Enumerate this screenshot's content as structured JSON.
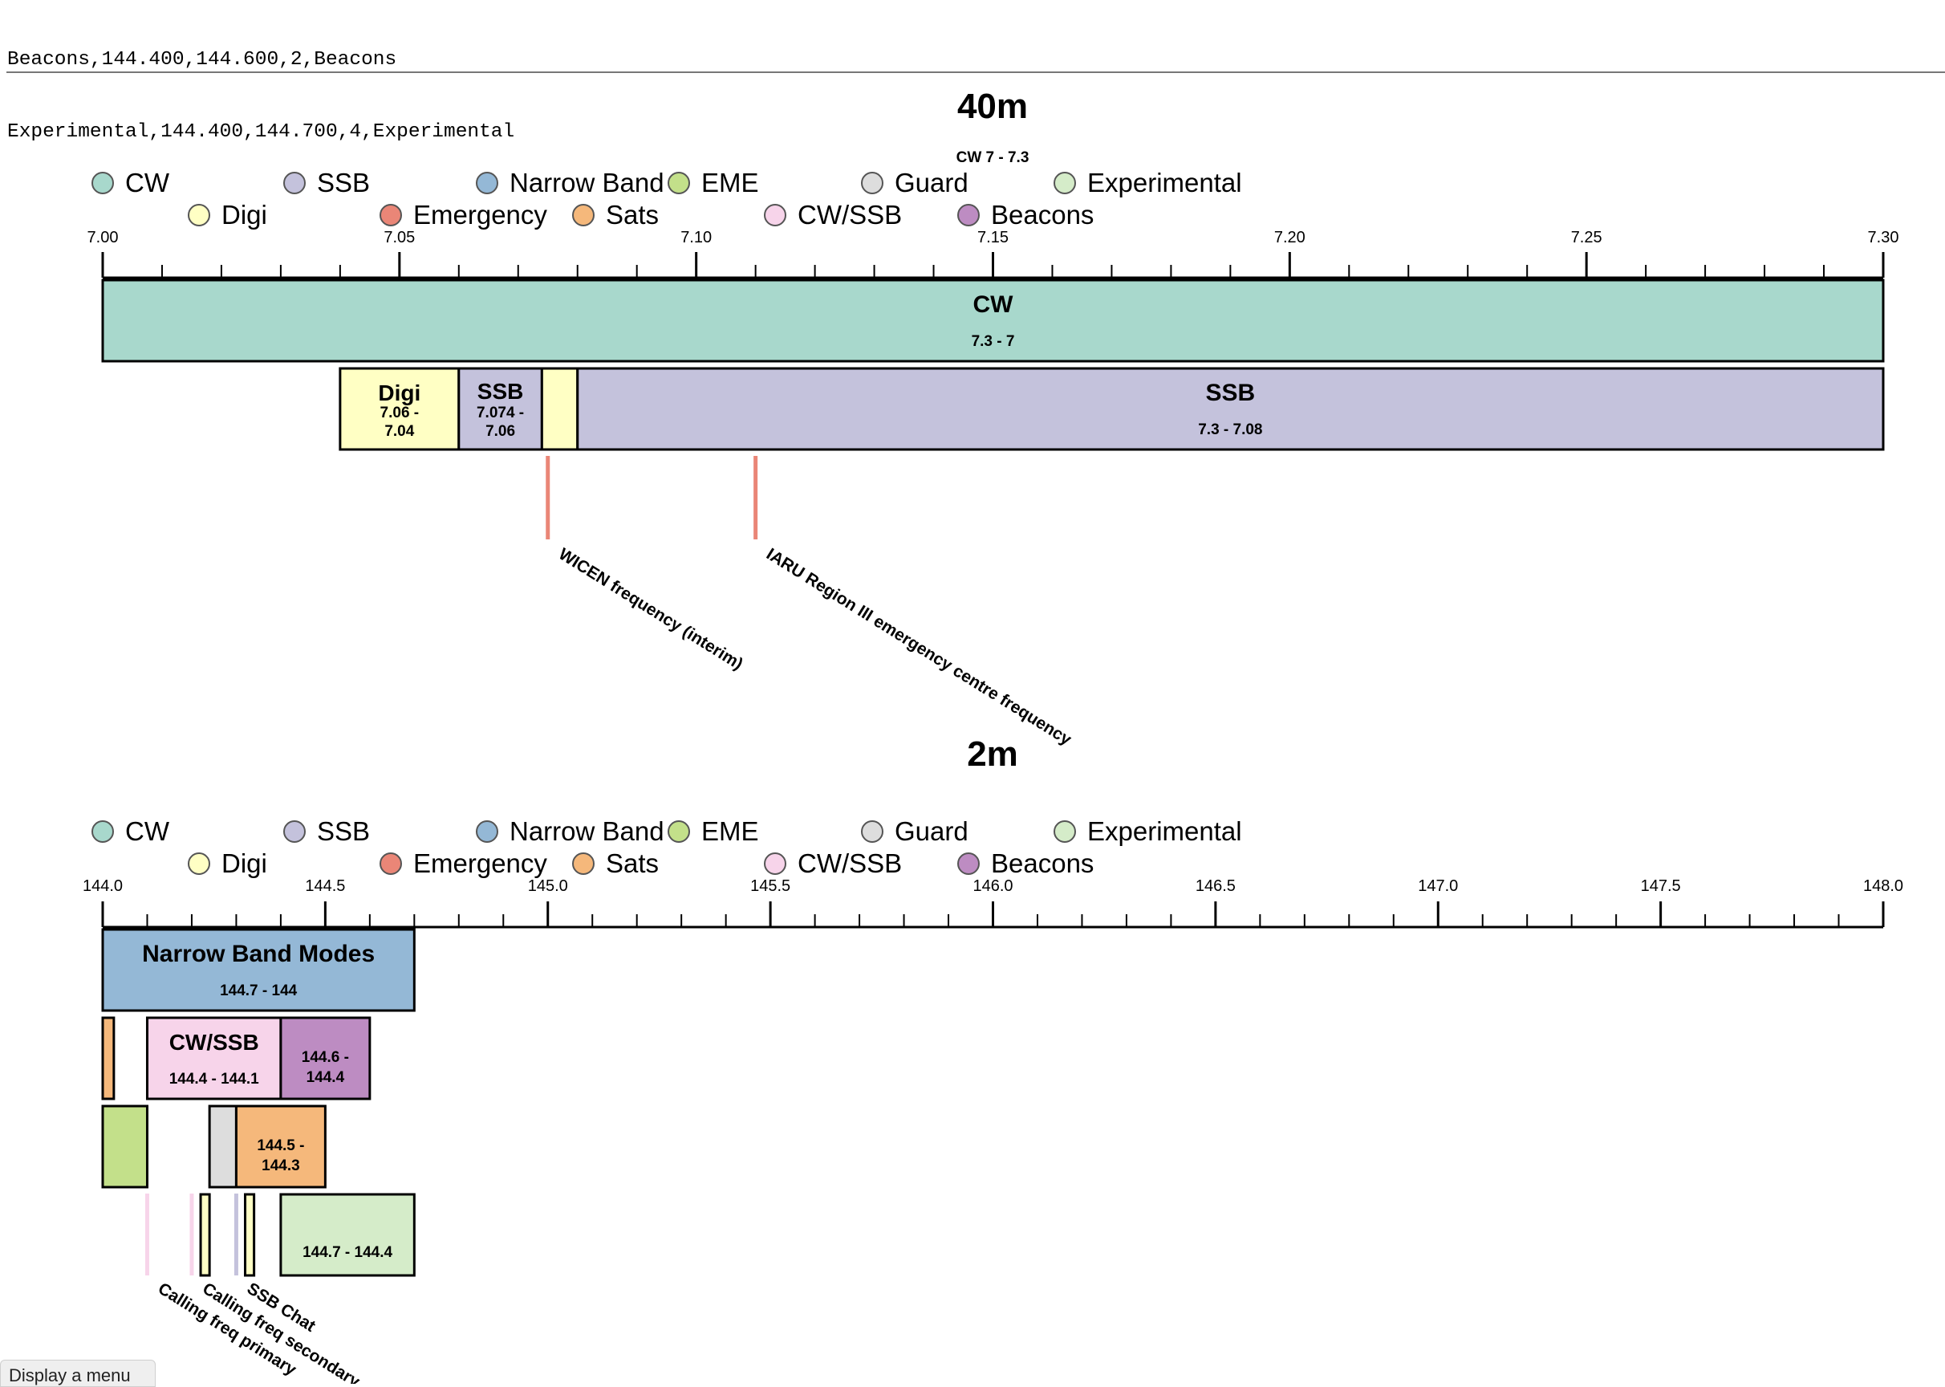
{
  "csv_lines": [
    "Beacons,144.400,144.600,2,Beacons",
    "Experimental,144.400,144.700,4,Experimental"
  ],
  "colors": {
    "CW": "#a8d8cc",
    "Digi": "#ffffc4",
    "SSB": "#c4c2dc",
    "Emergency": "#ea8677",
    "Narrow Band": "#94b8d6",
    "Sats": "#f5b87b",
    "EME": "#c3e08a",
    "CW/SSB": "#f7d4ea",
    "Guard": "#dddddd",
    "Beacons": "#bd8cc2",
    "Experimental": "#d5ecc9"
  },
  "legend": [
    {
      "label": "CW",
      "color_key": "CW"
    },
    {
      "label": "Digi",
      "color_key": "Digi"
    },
    {
      "label": "SSB",
      "color_key": "SSB"
    },
    {
      "label": "Emergency",
      "color_key": "Emergency"
    },
    {
      "label": "Narrow Band",
      "color_key": "Narrow Band"
    },
    {
      "label": "Sats",
      "color_key": "Sats"
    },
    {
      "label": "EME",
      "color_key": "EME"
    },
    {
      "label": "CW/SSB",
      "color_key": "CW/SSB"
    },
    {
      "label": "Guard",
      "color_key": "Guard"
    },
    {
      "label": "Beacons",
      "color_key": "Beacons"
    },
    {
      "label": "Experimental",
      "color_key": "Experimental"
    }
  ],
  "bands": [
    {
      "id": "40m",
      "title": "40m",
      "range": [
        7.0,
        7.3
      ],
      "major_ticks": [
        "7.00",
        "7.05",
        "7.10",
        "7.15",
        "7.20",
        "7.25",
        "7.30"
      ],
      "minor_step": 0.01,
      "hover_label": "CW 7 - 7.3",
      "segments": [
        {
          "label": "CW",
          "sub": "7.3 - 7",
          "start": 7.0,
          "end": 7.3,
          "row": 0,
          "color_key": "CW"
        },
        {
          "label": "Digi",
          "sub": "7.06 - 7.04",
          "start": 7.04,
          "end": 7.06,
          "row": 1,
          "color_key": "Digi"
        },
        {
          "label": "SSB",
          "sub": "7.074 - 7.06",
          "start": 7.06,
          "end": 7.074,
          "row": 1,
          "color_key": "SSB"
        },
        {
          "label": "",
          "sub": "",
          "start": 7.074,
          "end": 7.08,
          "row": 1,
          "color_key": "Digi"
        },
        {
          "label": "SSB",
          "sub": "7.3 - 7.08",
          "start": 7.08,
          "end": 7.3,
          "row": 1,
          "color_key": "SSB"
        }
      ],
      "markers": [
        {
          "freq": 7.075,
          "label": "WICEN frequency (interim)",
          "color_key": "Emergency"
        },
        {
          "freq": 7.11,
          "label": "IARU Region III emergency centre frequency",
          "color_key": "Emergency"
        }
      ]
    },
    {
      "id": "2m",
      "title": "2m",
      "range": [
        144.0,
        148.0
      ],
      "major_ticks": [
        "144.0",
        "144.5",
        "145.0",
        "145.5",
        "146.0",
        "146.5",
        "147.0",
        "147.5",
        "148.0"
      ],
      "minor_step": 0.1,
      "hover_label": "",
      "segments": [
        {
          "label": "Narrow Band Modes",
          "sub": "144.7 - 144",
          "start": 144.0,
          "end": 144.7,
          "row": 0,
          "color_key": "Narrow Band"
        },
        {
          "label": "",
          "sub": "",
          "start": 144.0,
          "end": 144.025,
          "row": 1,
          "color_key": "Sats"
        },
        {
          "label": "CW/SSB",
          "sub": "144.4 - 144.1",
          "start": 144.1,
          "end": 144.4,
          "row": 1,
          "color_key": "CW/SSB"
        },
        {
          "label": "",
          "sub": "144.6 - 144.4",
          "start": 144.4,
          "end": 144.6,
          "row": 1,
          "color_key": "Beacons"
        },
        {
          "label": "",
          "sub": "",
          "start": 144.0,
          "end": 144.1,
          "row": 2,
          "color_key": "EME"
        },
        {
          "label": "",
          "sub": "",
          "start": 144.24,
          "end": 144.3,
          "row": 2,
          "color_key": "Guard"
        },
        {
          "label": "",
          "sub": "144.5 - 144.3",
          "start": 144.3,
          "end": 144.5,
          "row": 2,
          "color_key": "Sats"
        },
        {
          "label": "",
          "sub": "",
          "start": 144.22,
          "end": 144.24,
          "row": 3,
          "color_key": "Digi"
        },
        {
          "label": "",
          "sub": "",
          "start": 144.32,
          "end": 144.34,
          "row": 3,
          "color_key": "Digi"
        },
        {
          "label": "",
          "sub": "144.7 - 144.4",
          "start": 144.4,
          "end": 144.7,
          "row": 3,
          "color_key": "Experimental"
        }
      ],
      "markers": [
        {
          "freq": 144.1,
          "label": "Calling freq primary",
          "color_key": "CW/SSB"
        },
        {
          "freq": 144.2,
          "label": "Calling freq secondary",
          "color_key": "CW/SSB"
        },
        {
          "freq": 144.3,
          "label": "SSB Chat",
          "color_key": "SSB"
        }
      ]
    }
  ],
  "menu_button": "Display a menu"
}
